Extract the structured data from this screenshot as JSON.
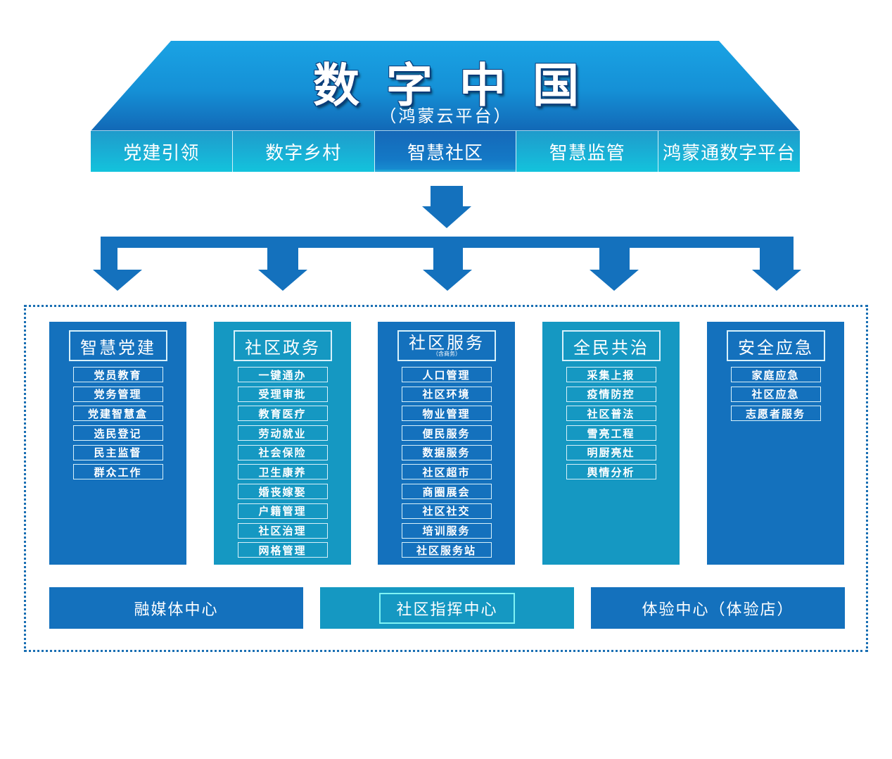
{
  "header": {
    "title": "数字中国",
    "subtitle": "（鸿蒙云平台）",
    "tabs": [
      {
        "label": "党建引领",
        "active": false
      },
      {
        "label": "数字乡村",
        "active": false
      },
      {
        "label": "智慧社区",
        "active": true
      },
      {
        "label": "智慧监管",
        "active": false
      },
      {
        "label": "鸿蒙通数字平台",
        "active": false
      }
    ]
  },
  "colors": {
    "primary_blue": "#1471bd",
    "teal_blue": "#1598c2",
    "highlight_border": "#7ff3f4",
    "frame_dots": "#1a6fb3"
  },
  "modules": [
    {
      "title": "智慧党建",
      "note": "",
      "items": [
        "党员教育",
        "党务管理",
        "党建智慧盒",
        "选民登记",
        "民主监督",
        "群众工作"
      ]
    },
    {
      "title": "社区政务",
      "note": "",
      "items": [
        "一键通办",
        "受理审批",
        "教育医疗",
        "劳动就业",
        "社会保险",
        "卫生康养",
        "婚丧嫁娶",
        "户籍管理",
        "社区治理",
        "网格管理"
      ]
    },
    {
      "title": "社区服务",
      "note": "（含商务）",
      "items": [
        "人口管理",
        "社区环境",
        "物业管理",
        "便民服务",
        "数据服务",
        "社区超市",
        "商圈展会",
        "社区社交",
        "培训服务",
        "社区服务站"
      ]
    },
    {
      "title": "全民共治",
      "note": "",
      "items": [
        "采集上报",
        "疫情防控",
        "社区普法",
        "雪亮工程",
        "明厨亮灶",
        "舆情分析"
      ]
    },
    {
      "title": "安全应急",
      "note": "",
      "items": [
        "家庭应急",
        "社区应急",
        "志愿者服务"
      ]
    }
  ],
  "centers": [
    {
      "label": "融媒体中心",
      "highlighted": false
    },
    {
      "label": "社区指挥中心",
      "highlighted": true
    },
    {
      "label": "体验中心（体验店）",
      "highlighted": false
    }
  ]
}
